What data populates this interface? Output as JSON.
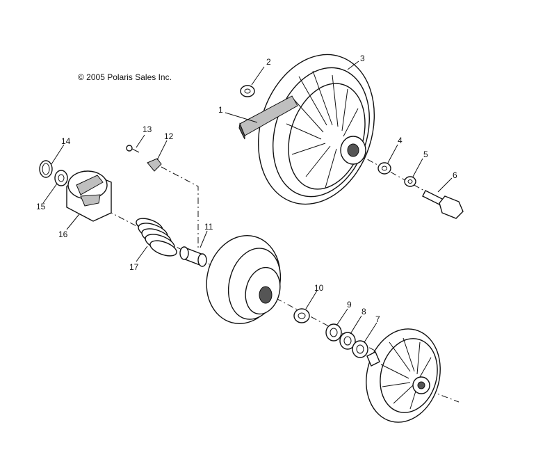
{
  "copyright": "© 2005 Polaris Sales Inc.",
  "callouts": [
    "1",
    "2",
    "3",
    "4",
    "5",
    "6",
    "7",
    "8",
    "9",
    "10",
    "11",
    "12",
    "13",
    "14",
    "15",
    "16",
    "17"
  ]
}
